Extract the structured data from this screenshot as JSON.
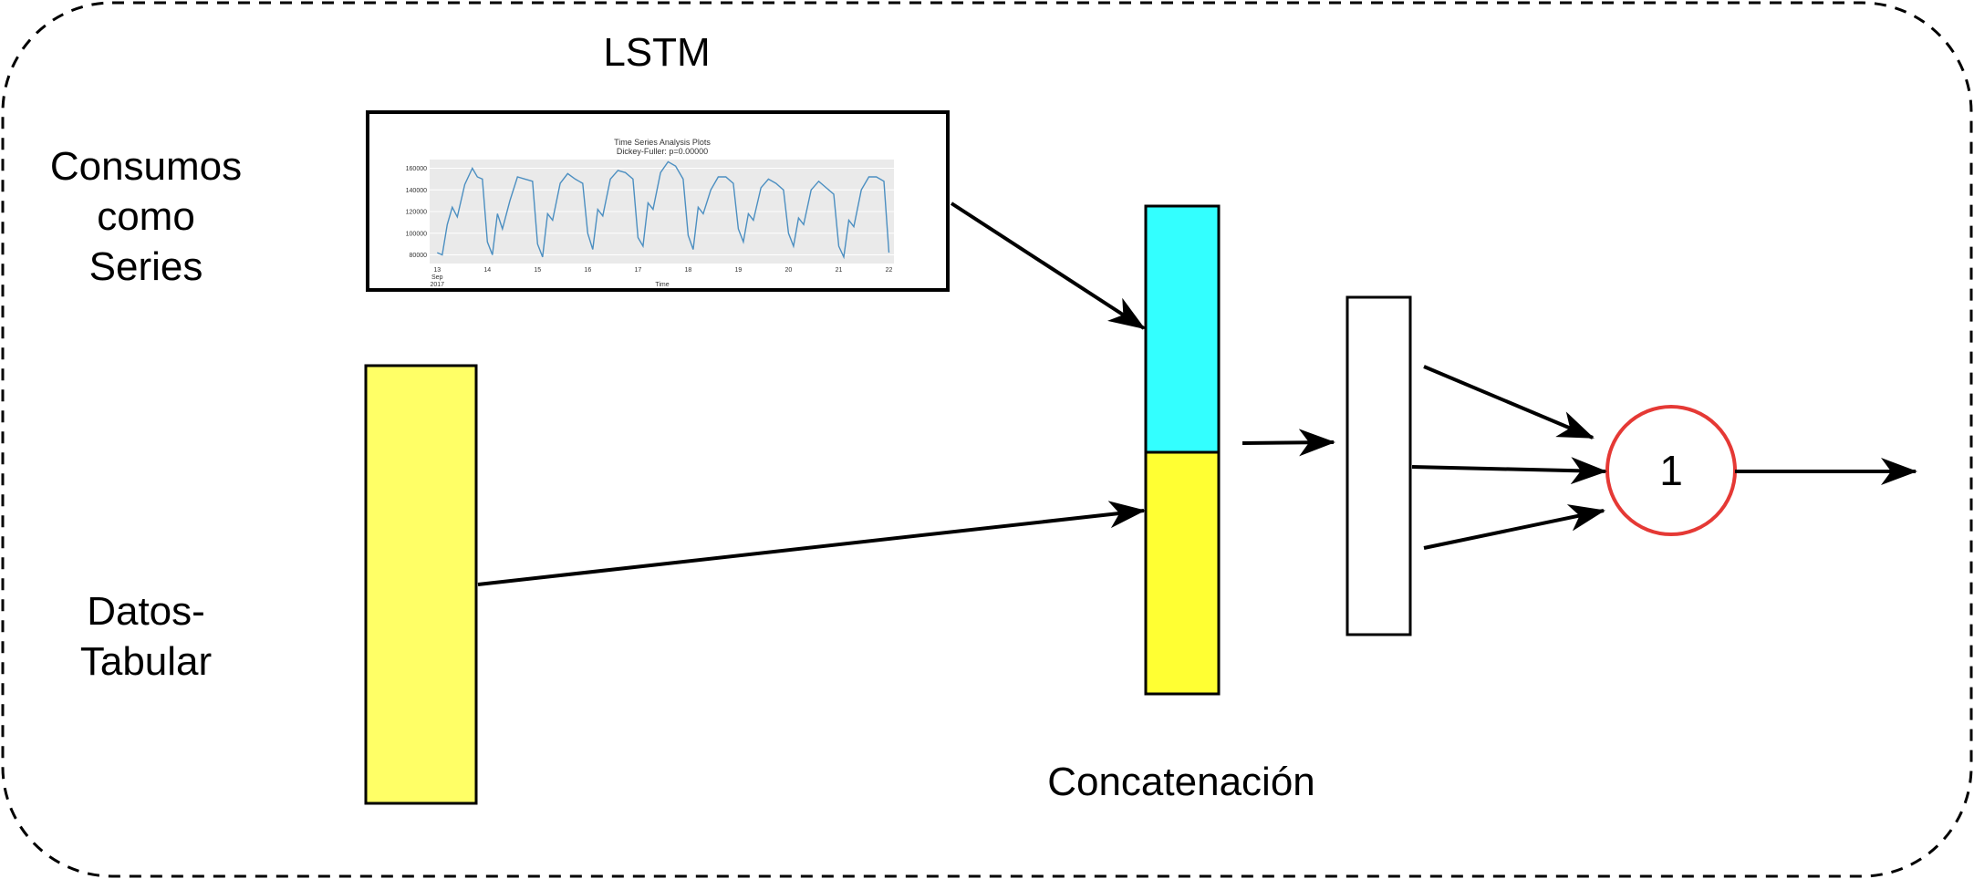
{
  "labels": {
    "lstm": "LSTM",
    "series_line1": "Consumos",
    "series_line2": "como",
    "series_line3": "Series",
    "tabular_line1": "Datos-",
    "tabular_line2": "Tabular",
    "concat": "Concatenación",
    "neuron": "1"
  },
  "colors": {
    "series_block": "#33ffff",
    "tabular_block": "#ffff33",
    "tabular_input": "#ffff66",
    "neuron_ring": "#e53935",
    "frame": "#000000"
  },
  "chart_data": {
    "type": "line",
    "title": "Time Series Analysis Plots",
    "subtitle": "Dickey-Fuller: p=0.00000",
    "xlabel": "Time",
    "ylabel": "",
    "x_ticks": [
      "13\nSep\n2017",
      "14",
      "15",
      "16",
      "17",
      "18",
      "19",
      "20",
      "21",
      "22"
    ],
    "y_ticks": [
      80000,
      100000,
      120000,
      140000,
      160000
    ],
    "ylim": [
      72000,
      168000
    ],
    "grid": true,
    "series": [
      {
        "color": "#4c8fc1",
        "x": [
          13.0,
          13.1,
          13.2,
          13.3,
          13.4,
          13.55,
          13.7,
          13.8,
          13.9,
          14.0,
          14.1,
          14.2,
          14.3,
          14.45,
          14.6,
          14.75,
          14.9,
          15.0,
          15.1,
          15.2,
          15.3,
          15.45,
          15.6,
          15.75,
          15.9,
          16.0,
          16.1,
          16.2,
          16.3,
          16.45,
          16.6,
          16.75,
          16.9,
          17.0,
          17.1,
          17.2,
          17.3,
          17.45,
          17.6,
          17.75,
          17.9,
          18.0,
          18.1,
          18.2,
          18.3,
          18.45,
          18.6,
          18.75,
          18.9,
          19.0,
          19.1,
          19.2,
          19.3,
          19.45,
          19.6,
          19.75,
          19.9,
          20.0,
          20.1,
          20.2,
          20.3,
          20.45,
          20.6,
          20.75,
          20.9,
          21.0,
          21.1,
          21.2,
          21.3,
          21.45,
          21.6,
          21.75,
          21.9,
          22.0
        ],
        "y": [
          82000,
          80000,
          108000,
          124000,
          115000,
          145000,
          160000,
          152000,
          150000,
          92000,
          80000,
          118000,
          104000,
          130000,
          152000,
          150000,
          148000,
          90000,
          78000,
          118000,
          112000,
          146000,
          155000,
          150000,
          146000,
          100000,
          85000,
          122000,
          116000,
          150000,
          158000,
          156000,
          150000,
          96000,
          88000,
          128000,
          122000,
          156000,
          166000,
          162000,
          150000,
          98000,
          85000,
          124000,
          118000,
          140000,
          152000,
          152000,
          146000,
          104000,
          92000,
          118000,
          112000,
          142000,
          150000,
          146000,
          140000,
          100000,
          88000,
          114000,
          108000,
          140000,
          148000,
          142000,
          136000,
          88000,
          78000,
          112000,
          106000,
          140000,
          152000,
          152000,
          148000,
          82000
        ]
      }
    ]
  }
}
